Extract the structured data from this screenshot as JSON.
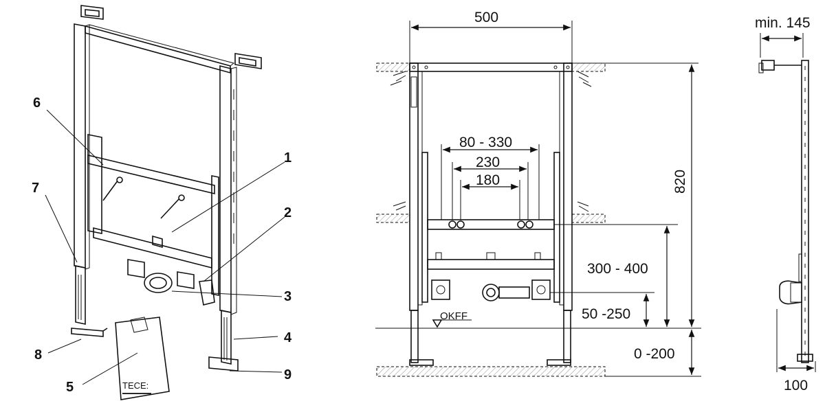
{
  "iso_view": {
    "callouts": [
      "1",
      "2",
      "3",
      "4",
      "5",
      "6",
      "7",
      "8",
      "9"
    ],
    "bag_brand": "TECE:"
  },
  "front_view": {
    "dims": {
      "width": "500",
      "height": "820",
      "connection_range": "80 - 330",
      "connection_mid": "230",
      "connection_min": "180",
      "mount_height": "300 - 400",
      "drain_height": "50 -250",
      "foot_adjust": "0 -200"
    },
    "floor_label": "OKFF"
  },
  "side_view": {
    "dims": {
      "depth_min": "min. 145",
      "foot_depth": "100"
    }
  }
}
